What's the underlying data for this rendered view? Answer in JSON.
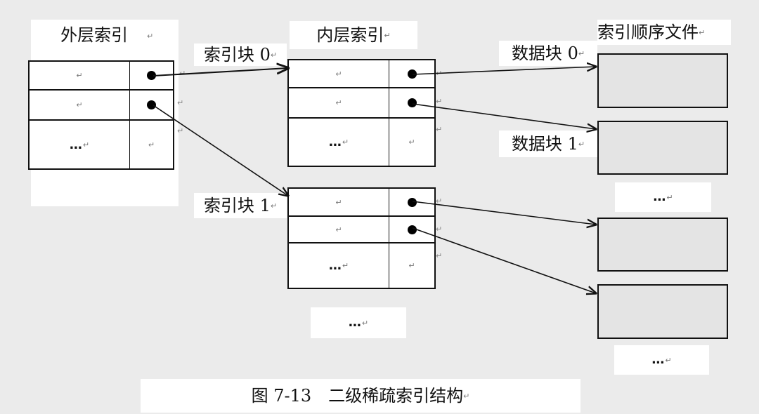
{
  "labels": {
    "outer_index": "外层索引",
    "inner_index": "内层索引",
    "seq_file": "索引顺序文件",
    "index_block_0": "索引块 0",
    "index_block_1": "索引块 1",
    "data_block_0": "数据块 0",
    "data_block_1": "数据块 1",
    "ellipsis": "…",
    "caption": "图 7-13　二级稀疏索引结构"
  },
  "marks": {
    "para": "↵"
  },
  "colors": {
    "background": "#ebebeb",
    "label_bg": "#ffffff",
    "data_block_fill": "#e4e4e4",
    "line": "#111111"
  }
}
